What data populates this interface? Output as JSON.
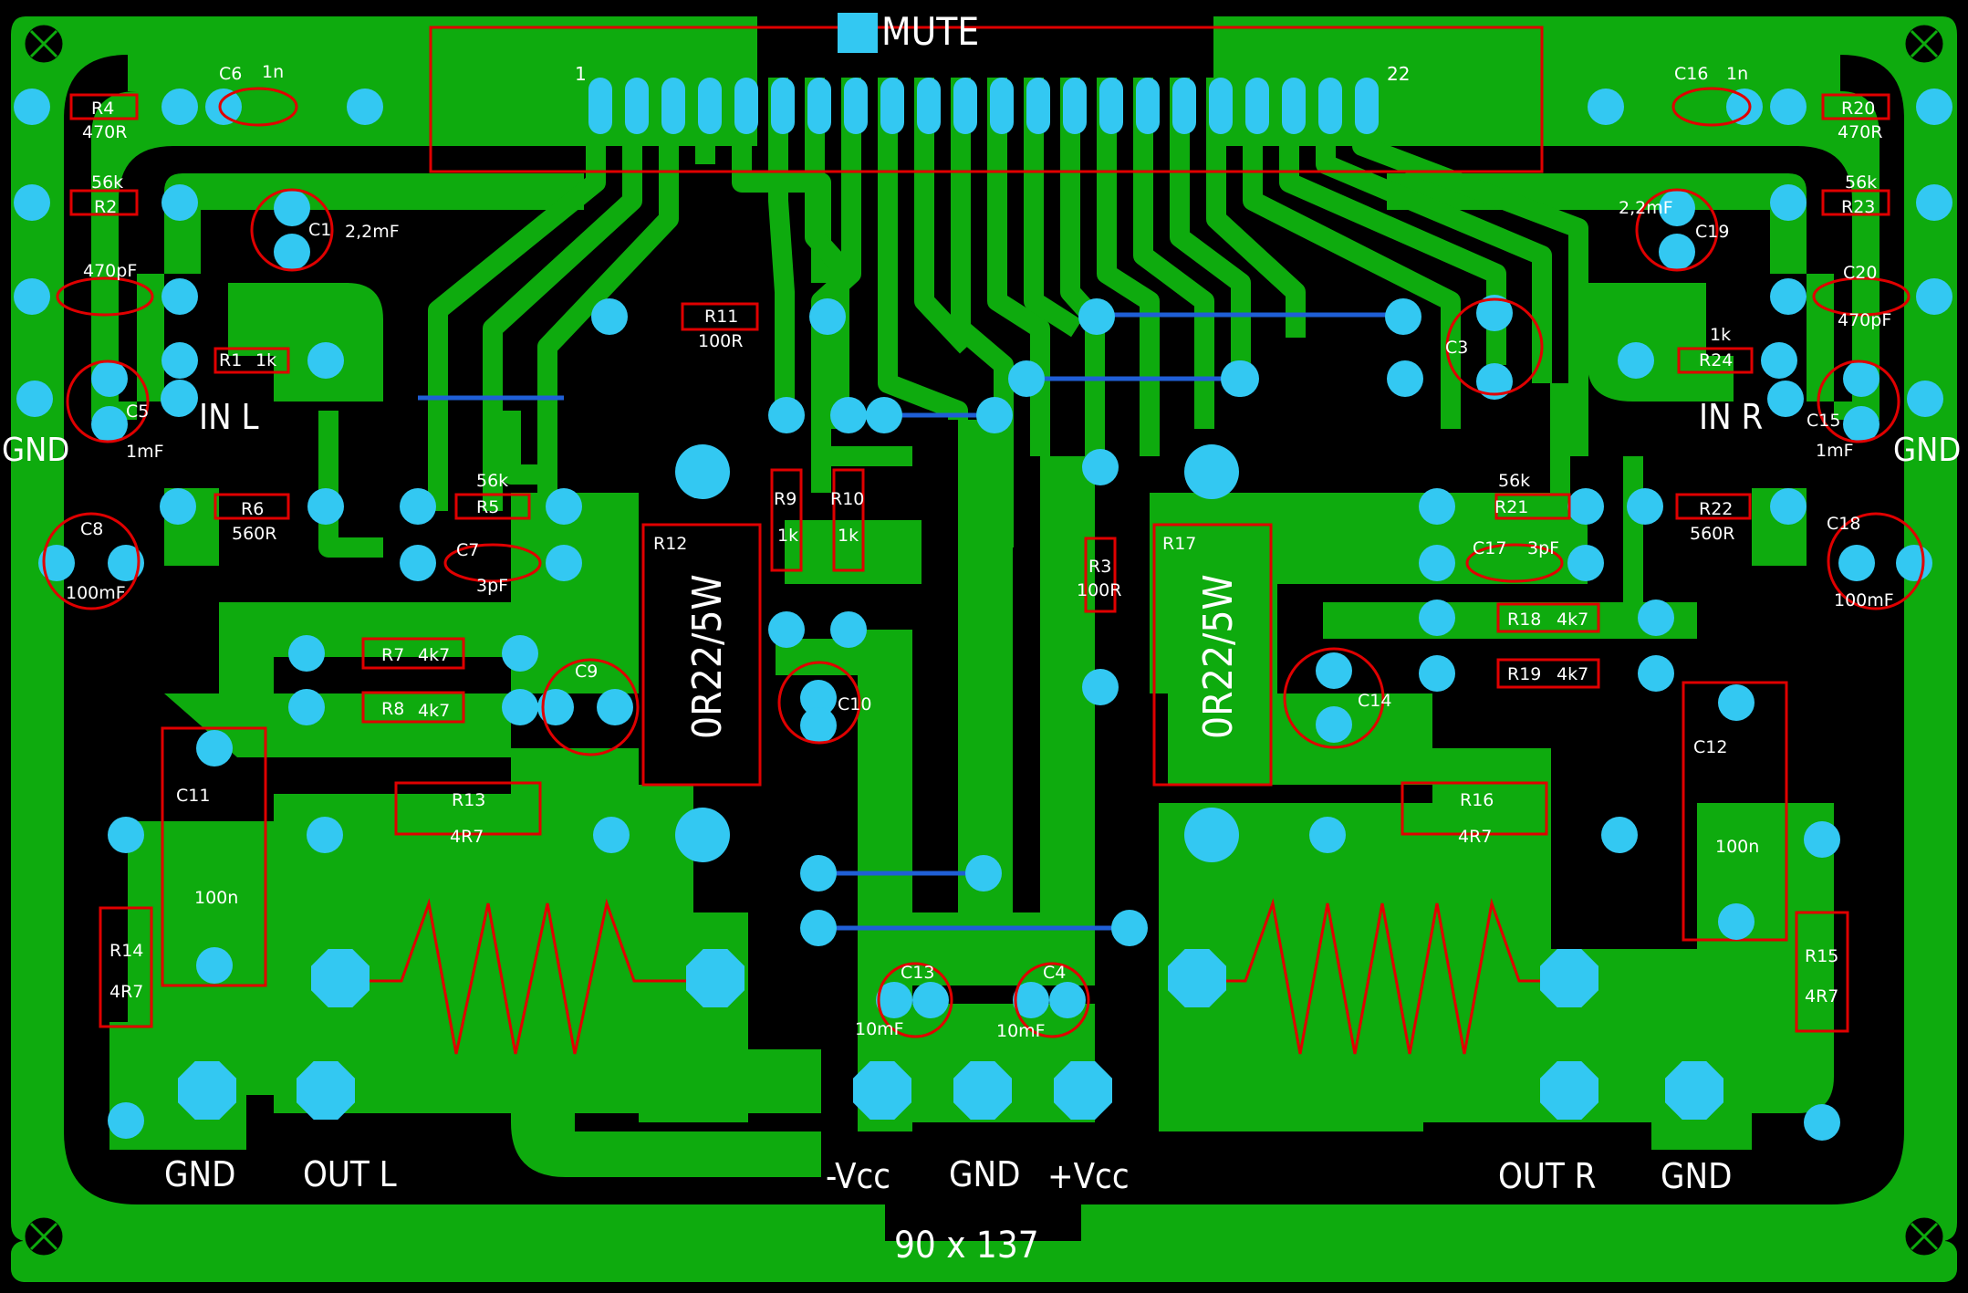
{
  "colors": {
    "background": "#000000",
    "copper": "#0eab0e",
    "pad": "#33c8f2",
    "outline": "#e00000",
    "jumper": "#1f5fd6",
    "silk": "#ffffff"
  },
  "board": {
    "mute_label": "MUTE",
    "size_label": "90 x 137",
    "ic_pin_first": "1",
    "ic_pin_last": "22"
  },
  "terminals": {
    "gnd_left_edge": "GND",
    "gnd_right_edge": "GND",
    "in_left": "IN L",
    "in_right": "IN R",
    "gnd_bottom_left": "GND",
    "out_left": "OUT L",
    "vcc_minus": "-Vcc",
    "gnd_center": "GND",
    "vcc_plus": "+Vcc",
    "out_right": "OUT R",
    "gnd_bottom_right": "GND"
  },
  "components": {
    "R4": {
      "ref": "R4",
      "value": "470R"
    },
    "R2": {
      "ref": "R2",
      "value": "56k"
    },
    "C6": {
      "ref": "C6",
      "value": "1n"
    },
    "C1": {
      "ref": "C1",
      "value": "2,2mF"
    },
    "C_470p_left": {
      "value": "470pF"
    },
    "R1": {
      "ref": "R1",
      "value": "1k"
    },
    "C5": {
      "ref": "C5",
      "value": "1mF"
    },
    "R6": {
      "ref": "R6",
      "value": "560R"
    },
    "R5": {
      "ref": "R5",
      "value": "56k"
    },
    "C7": {
      "ref": "C7",
      "value": "3pF"
    },
    "C8": {
      "ref": "C8",
      "value": "100mF"
    },
    "R7": {
      "ref": "R7",
      "value": "4k7"
    },
    "R8": {
      "ref": "R8",
      "value": "4k7"
    },
    "C9": {
      "ref": "C9"
    },
    "R11": {
      "ref": "R11",
      "value": "100R"
    },
    "R12": {
      "ref": "R12",
      "value": "0R22/5W"
    },
    "R9": {
      "ref": "R9",
      "value": "1k"
    },
    "R10": {
      "ref": "R10",
      "value": "1k"
    },
    "C10": {
      "ref": "C10"
    },
    "R3": {
      "ref": "R3",
      "value": "100R"
    },
    "R17": {
      "ref": "R17",
      "value": "0R22/5W"
    },
    "C11": {
      "ref": "C11",
      "value": "100n"
    },
    "R13": {
      "ref": "R13",
      "value": "4R7"
    },
    "R14": {
      "ref": "R14",
      "value": "4R7"
    },
    "C13": {
      "ref": "C13",
      "value": "10mF"
    },
    "C4": {
      "ref": "C4",
      "value": "10mF"
    },
    "C3": {
      "ref": "C3"
    },
    "C14": {
      "ref": "C14"
    },
    "R16": {
      "ref": "R16",
      "value": "4R7"
    },
    "R21": {
      "ref": "R21",
      "value": "56k"
    },
    "C17": {
      "ref": "C17",
      "value": "3pF"
    },
    "R18": {
      "ref": "R18",
      "value": "4k7"
    },
    "R19": {
      "ref": "R19",
      "value": "4k7"
    },
    "C12": {
      "ref": "C12",
      "value": "100n"
    },
    "R15": {
      "ref": "R15",
      "value": "4R7"
    },
    "C16": {
      "ref": "C16",
      "value": "1n"
    },
    "R20": {
      "ref": "R20",
      "value": "470R"
    },
    "R23": {
      "ref": "R23",
      "value": "56k"
    },
    "C19": {
      "ref": "C19",
      "value": "2,2mF"
    },
    "C20": {
      "ref": "C20",
      "value": "470pF"
    },
    "R24": {
      "ref": "R24",
      "value": "1k"
    },
    "C15": {
      "ref": "C15",
      "value": "1mF"
    },
    "R22": {
      "ref": "R22",
      "value": "560R"
    },
    "C18": {
      "ref": "C18",
      "value": "100mF"
    }
  }
}
